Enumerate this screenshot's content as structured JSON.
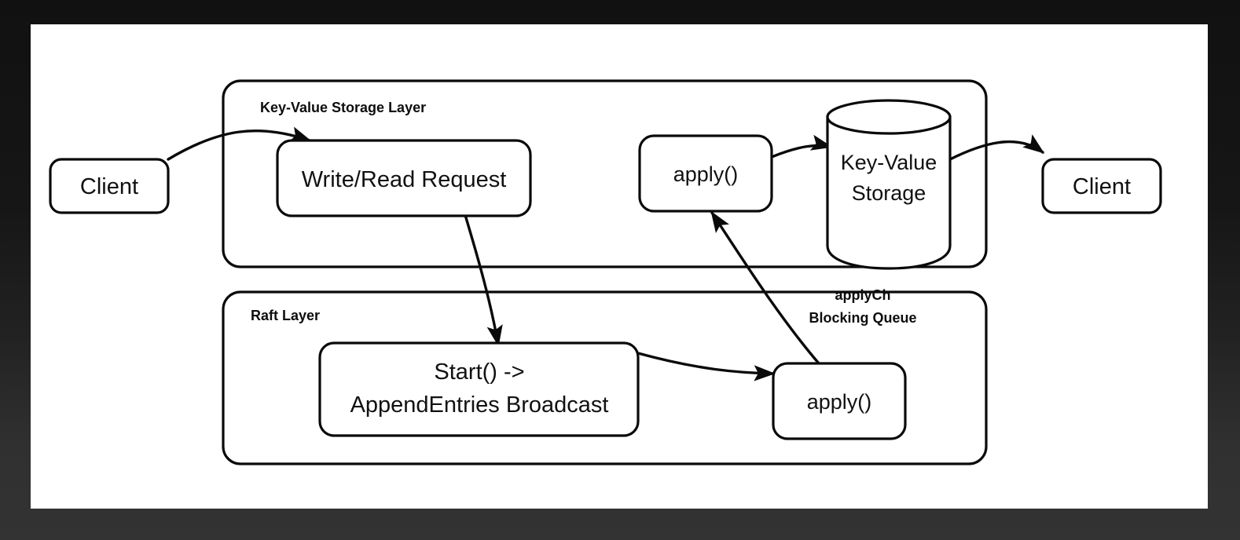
{
  "canvas": {
    "background_color": "#ffffff",
    "frame_color": "#1a1a1a",
    "stroke_color": "#0a0a0a"
  },
  "diagram": {
    "type": "architecture-flow",
    "title_text": "",
    "layers": [
      {
        "id": "kv-layer",
        "label": "Key-Value Storage Layer"
      },
      {
        "id": "raft-layer",
        "label": "Raft Layer"
      }
    ],
    "nodes": [
      {
        "id": "client-in",
        "label": "Client",
        "shape": "rounded-rect",
        "layer": "none"
      },
      {
        "id": "write-read-request",
        "label": "Write/Read Request",
        "shape": "rounded-rect",
        "layer": "kv-layer"
      },
      {
        "id": "kv-apply",
        "label": "apply()",
        "shape": "rounded-rect",
        "layer": "kv-layer"
      },
      {
        "id": "kv-storage",
        "label_line1": "Key-Value",
        "label_line2": "Storage",
        "shape": "cylinder",
        "layer": "kv-layer"
      },
      {
        "id": "client-out",
        "label": "Client",
        "shape": "rounded-rect",
        "layer": "none"
      },
      {
        "id": "start-append",
        "label_line1": "Start() ->",
        "label_line2": "AppendEntries Broadcast",
        "shape": "rounded-rect",
        "layer": "raft-layer"
      },
      {
        "id": "raft-apply",
        "label": "apply()",
        "shape": "rounded-rect",
        "layer": "raft-layer"
      }
    ],
    "edges": [
      {
        "id": "client-to-request",
        "from": "client-in",
        "to": "write-read-request",
        "label": ""
      },
      {
        "id": "request-to-start",
        "from": "write-read-request",
        "to": "start-append",
        "label": ""
      },
      {
        "id": "start-to-raft-apply",
        "from": "start-append",
        "to": "raft-apply",
        "label": ""
      },
      {
        "id": "raft-apply-to-kv-apply",
        "from": "raft-apply",
        "to": "kv-apply",
        "label_line1": "applyCh",
        "label_line2": "Blocking Queue"
      },
      {
        "id": "kv-apply-to-storage",
        "from": "kv-apply",
        "to": "kv-storage",
        "label": ""
      },
      {
        "id": "storage-to-client",
        "from": "kv-storage",
        "to": "client-out",
        "label": ""
      }
    ]
  }
}
